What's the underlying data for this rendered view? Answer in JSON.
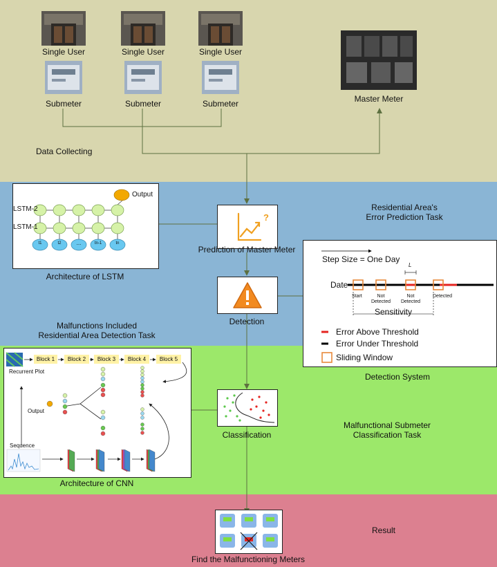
{
  "top": {
    "users": [
      "Single User",
      "Single User",
      "Single User"
    ],
    "submeters": [
      "Submeter",
      "Submeter",
      "Submeter"
    ],
    "master_meter": "Master Meter",
    "stage": "Data Collecting"
  },
  "prediction": {
    "lstm_output": "Output",
    "lstm2": "LSTM-2",
    "lstm1": "LSTM-1",
    "lstm_inputs": [
      "t1",
      "t2",
      "...",
      "tn-1",
      "tn"
    ],
    "lstm_caption": "Architecture of LSTM",
    "node_label": "Prediction of Master Meter",
    "task_line1": "Residential Area's",
    "task_line2": "Error Prediction Task"
  },
  "detection": {
    "node_label": "Detection",
    "task_line1": "Malfunctions Included",
    "task_line2": "Residential Area Detection Task",
    "system_caption": "Detection System",
    "step_size": "Step Size = One Day",
    "date": "Date",
    "window_l": "L",
    "win_start": "Start",
    "win_nd1_a": "Not",
    "win_nd1_b": "Detected",
    "win_nd2_a": "Not",
    "win_nd2_b": "Detected",
    "win_detected": "Detected",
    "sensitivity": "Sensitivity",
    "legend_above": "Error Above Threshold",
    "legend_under": "Error Under Threshold",
    "legend_window": "Sliding Window"
  },
  "classification": {
    "blocks": [
      "Block 1",
      "Block 2",
      "Block 3",
      "Block 4",
      "Block 5"
    ],
    "recurrent_plot": "Recurrent Plot",
    "output": "Output",
    "sequence": "Sequence",
    "cnn_caption": "Architecture of CNN",
    "node_label": "Classification",
    "task_line1": "Malfunctional Submeter",
    "task_line2": "Classification Task"
  },
  "result": {
    "stage": "Result",
    "node_label": "Find the Malfunctioning Meters"
  },
  "colors": {
    "band_top": "#d8d6ae",
    "band_blue": "#8ab5d5",
    "band_green": "#9ce86a",
    "band_pink": "#dc8090",
    "error_above": "#e52420",
    "window_orange": "#e8883a"
  }
}
